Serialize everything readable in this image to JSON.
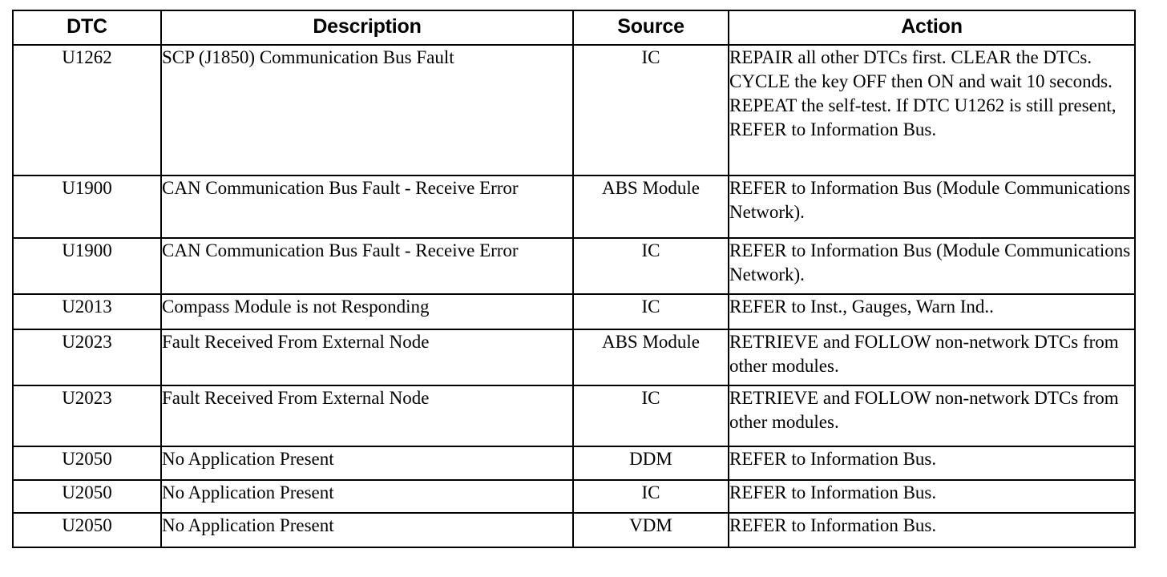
{
  "table": {
    "columns": [
      {
        "key": "dtc",
        "label": "DTC",
        "align": "center"
      },
      {
        "key": "description",
        "label": "Description",
        "align": "center"
      },
      {
        "key": "source",
        "label": "Source",
        "align": "center"
      },
      {
        "key": "action",
        "label": "Action",
        "align": "center"
      }
    ],
    "rows": [
      {
        "dtc": "U1262",
        "description": "SCP (J1850) Communication Bus Fault",
        "source": "IC",
        "action": "REPAIR all other DTCs first. CLEAR the DTCs. CYCLE the key OFF then ON and wait 10 seconds. REPEAT the self-test. If DTC U1262 is still present, REFER to Information Bus."
      },
      {
        "dtc": "U1900",
        "description": "CAN Communication Bus Fault - Receive Error",
        "source": "ABS Module",
        "action": "REFER to Information Bus (Module Communications Network)."
      },
      {
        "dtc": "U1900",
        "description": "CAN Communication Bus Fault - Receive Error",
        "source": "IC",
        "action": "REFER to Information Bus (Module Communications Network)."
      },
      {
        "dtc": "U2013",
        "description": "Compass Module is not Responding",
        "source": "IC",
        "action": "REFER to Inst., Gauges, Warn Ind.."
      },
      {
        "dtc": "U2023",
        "description": "Fault Received From External Node",
        "source": "ABS Module",
        "action": "RETRIEVE and FOLLOW non-network DTCs from other modules."
      },
      {
        "dtc": "U2023",
        "description": "Fault Received From External Node",
        "source": "IC",
        "action": "RETRIEVE and FOLLOW non-network DTCs from other modules."
      },
      {
        "dtc": "U2050",
        "description": "No Application Present",
        "source": "DDM",
        "action": "REFER to Information Bus."
      },
      {
        "dtc": "U2050",
        "description": "No Application Present",
        "source": "IC",
        "action": "REFER to Information Bus."
      },
      {
        "dtc": "U2050",
        "description": "No Application Present",
        "source": "VDM",
        "action": "REFER to Information Bus."
      }
    ]
  },
  "colors": {
    "border": "#000000",
    "text": "#000000",
    "background": "#ffffff"
  }
}
